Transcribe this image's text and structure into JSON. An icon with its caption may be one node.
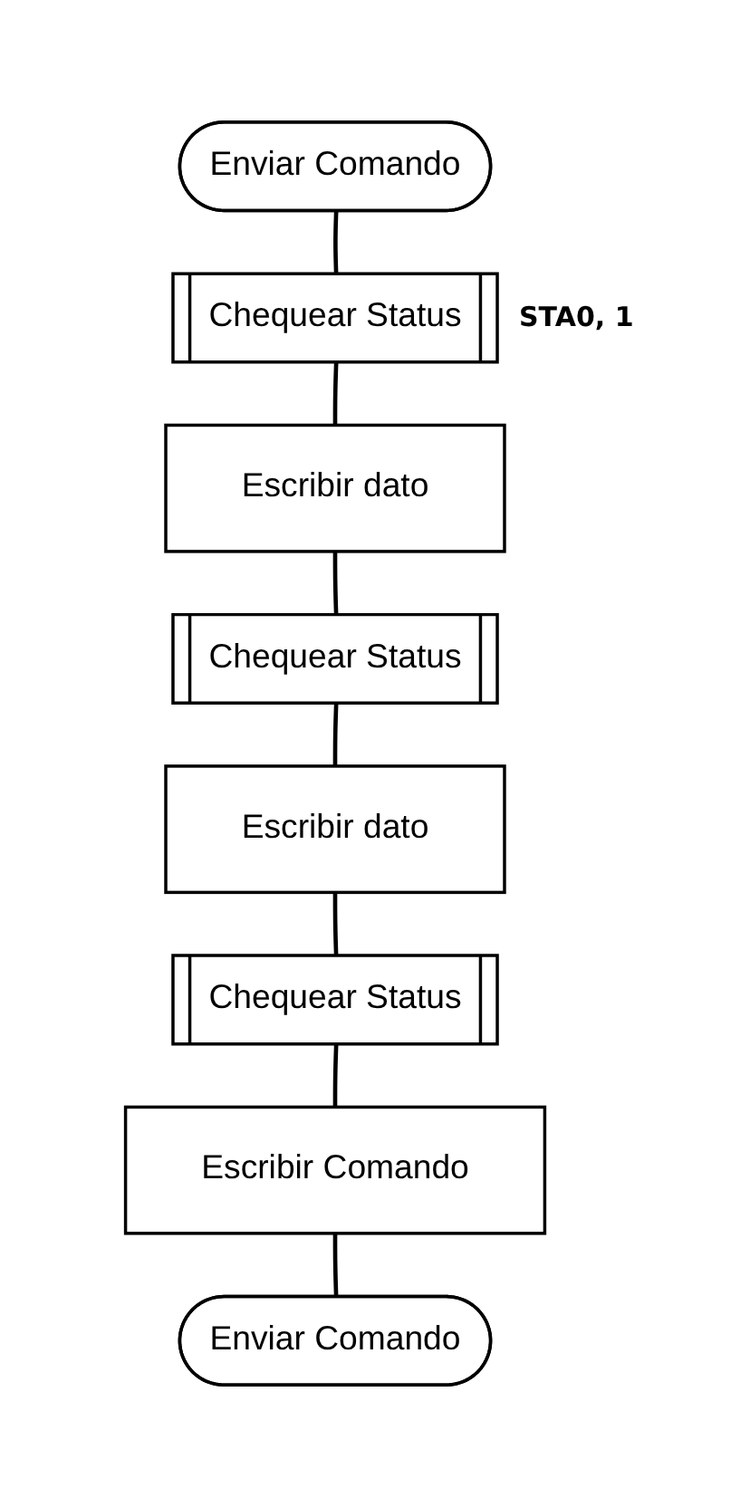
{
  "diagram": {
    "nodes": [
      {
        "text": [
          "Enviar Comando"
        ]
      },
      {
        "text": [
          "Chequear Status"
        ],
        "beside": [
          "STA0, 1"
        ]
      },
      {
        "text": [
          "Escribir dato"
        ]
      },
      {
        "text": [
          "Chequear Status"
        ]
      },
      {
        "text": [
          "Escribir dato"
        ]
      },
      {
        "text": [
          "Chequear Status"
        ]
      },
      {
        "text": [
          "Escribir Comando"
        ]
      },
      {
        "text": [
          "Enviar Comando"
        ]
      }
    ],
    "edges": [
      {
        "from": 0,
        "to": 1,
        "arrow": "none"
      },
      {
        "from": 1,
        "to": 2,
        "arrow": "none"
      },
      {
        "from": 2,
        "to": 3,
        "arrow": "none"
      },
      {
        "from": 3,
        "to": 4,
        "arrow": "none"
      },
      {
        "from": 4,
        "to": 5,
        "arrow": "none"
      },
      {
        "from": 5,
        "to": 6,
        "arrow": "none"
      },
      {
        "from": 6,
        "to": 7,
        "arrow": "none"
      }
    ]
  }
}
